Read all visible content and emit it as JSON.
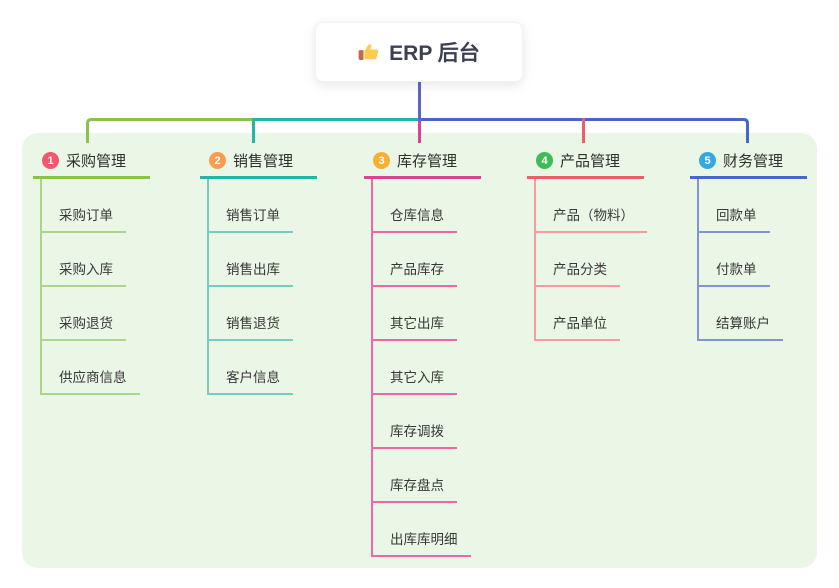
{
  "root": {
    "label": "ERP 后台",
    "icon": "thumbs-up",
    "line_color": "#5f65c8"
  },
  "canvas": {
    "panel_color": "#eaf6e6",
    "background": "#ffffff"
  },
  "branches": [
    {
      "index": "1",
      "label": "采购管理",
      "badge_color": "#f4566b",
      "line_color": "#89c24d",
      "child_line_color": "#abd48c",
      "children": [
        "采购订单",
        "采购入库",
        "采购退货",
        "供应商信息"
      ]
    },
    {
      "index": "2",
      "label": "销售管理",
      "badge_color": "#fd9c4d",
      "line_color": "#21b6a7",
      "child_line_color": "#76ccc2",
      "children": [
        "销售订单",
        "销售出库",
        "销售退货",
        "客户信息"
      ]
    },
    {
      "index": "3",
      "label": "库存管理",
      "badge_color": "#f9b032",
      "line_color": "#d94396",
      "child_line_color": "#ee67a7",
      "children": [
        "仓库信息",
        "产品库存",
        "其它出库",
        "其它入库",
        "库存调拨",
        "库存盘点",
        "出库库明细"
      ]
    },
    {
      "index": "4",
      "label": "产品管理",
      "badge_color": "#3fbc58",
      "line_color": "#ef5e68",
      "child_line_color": "#f89ba1",
      "children": [
        "产品（物料）",
        "产品分类",
        "产品单位"
      ]
    },
    {
      "index": "5",
      "label": "财务管理",
      "badge_color": "#33a9e0",
      "line_color": "#4568c8",
      "child_line_color": "#8095d1",
      "children": [
        "回款单",
        "付款单",
        "结算账户"
      ]
    }
  ]
}
